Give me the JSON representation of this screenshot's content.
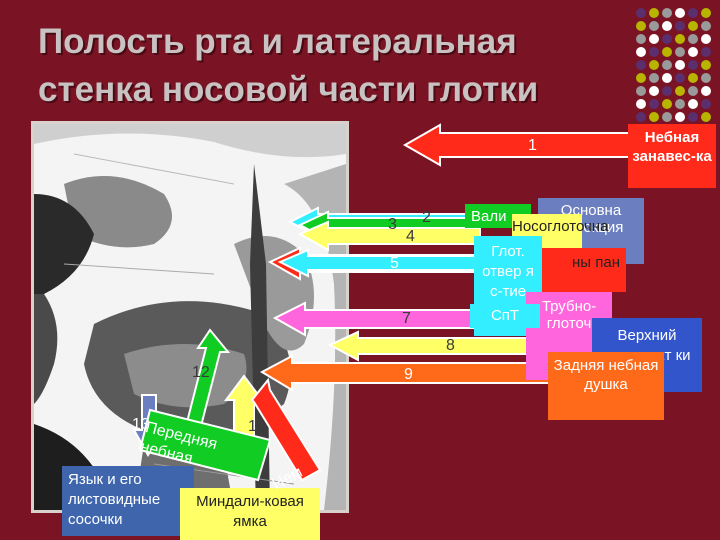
{
  "title": "Полость рта и латеральная стенка носовой части глотки",
  "colors": {
    "background": "#7a1424",
    "title": "#c8c2c2",
    "red": "#ff2a1a",
    "yellow": "#ffff66",
    "green": "#11cc22",
    "cyan": "#33eeff",
    "pink": "#ff66dd",
    "orange": "#ff6a1a",
    "slate": "#6b7fc0",
    "blue": "#3355cc",
    "purple": "#8844cc"
  },
  "dot_colors": [
    "#5b2e6e",
    "#b8b400",
    "#9a9a9a",
    "#ffffff"
  ],
  "numbers": {
    "n1": "1",
    "n2": "2",
    "n3": "3",
    "n4": "4",
    "n5": "5",
    "n7": "7",
    "n8": "8",
    "n9": "9",
    "n10": "10",
    "n12": "12",
    "n13": "13"
  },
  "labels": {
    "nebnaya_zanaveska": "Небная занавес-ка",
    "valik": "Вали",
    "osnovnaya_proekciya": "Основна проекция",
    "nosoglotochnaya": "Носоглоточна",
    "glot_otverstie": "Глот. отвер я с-тие",
    "ny_pan": "ны пан",
    "spt": "СпТ",
    "trubno_glotochnaya": "Трубно-глоточ",
    "verhniy_konstriktor": "Верхний констрикт ки",
    "zadnyaya_nebnaya_dushka": "Задняя небная душка",
    "perednyaya_nebnaya": "Передняя небная",
    "yazyk": "Язык и его листовидные сосочки",
    "mindalikovaya_yamka": "Миндали-ковая ямка",
    "nem": "Нем"
  }
}
